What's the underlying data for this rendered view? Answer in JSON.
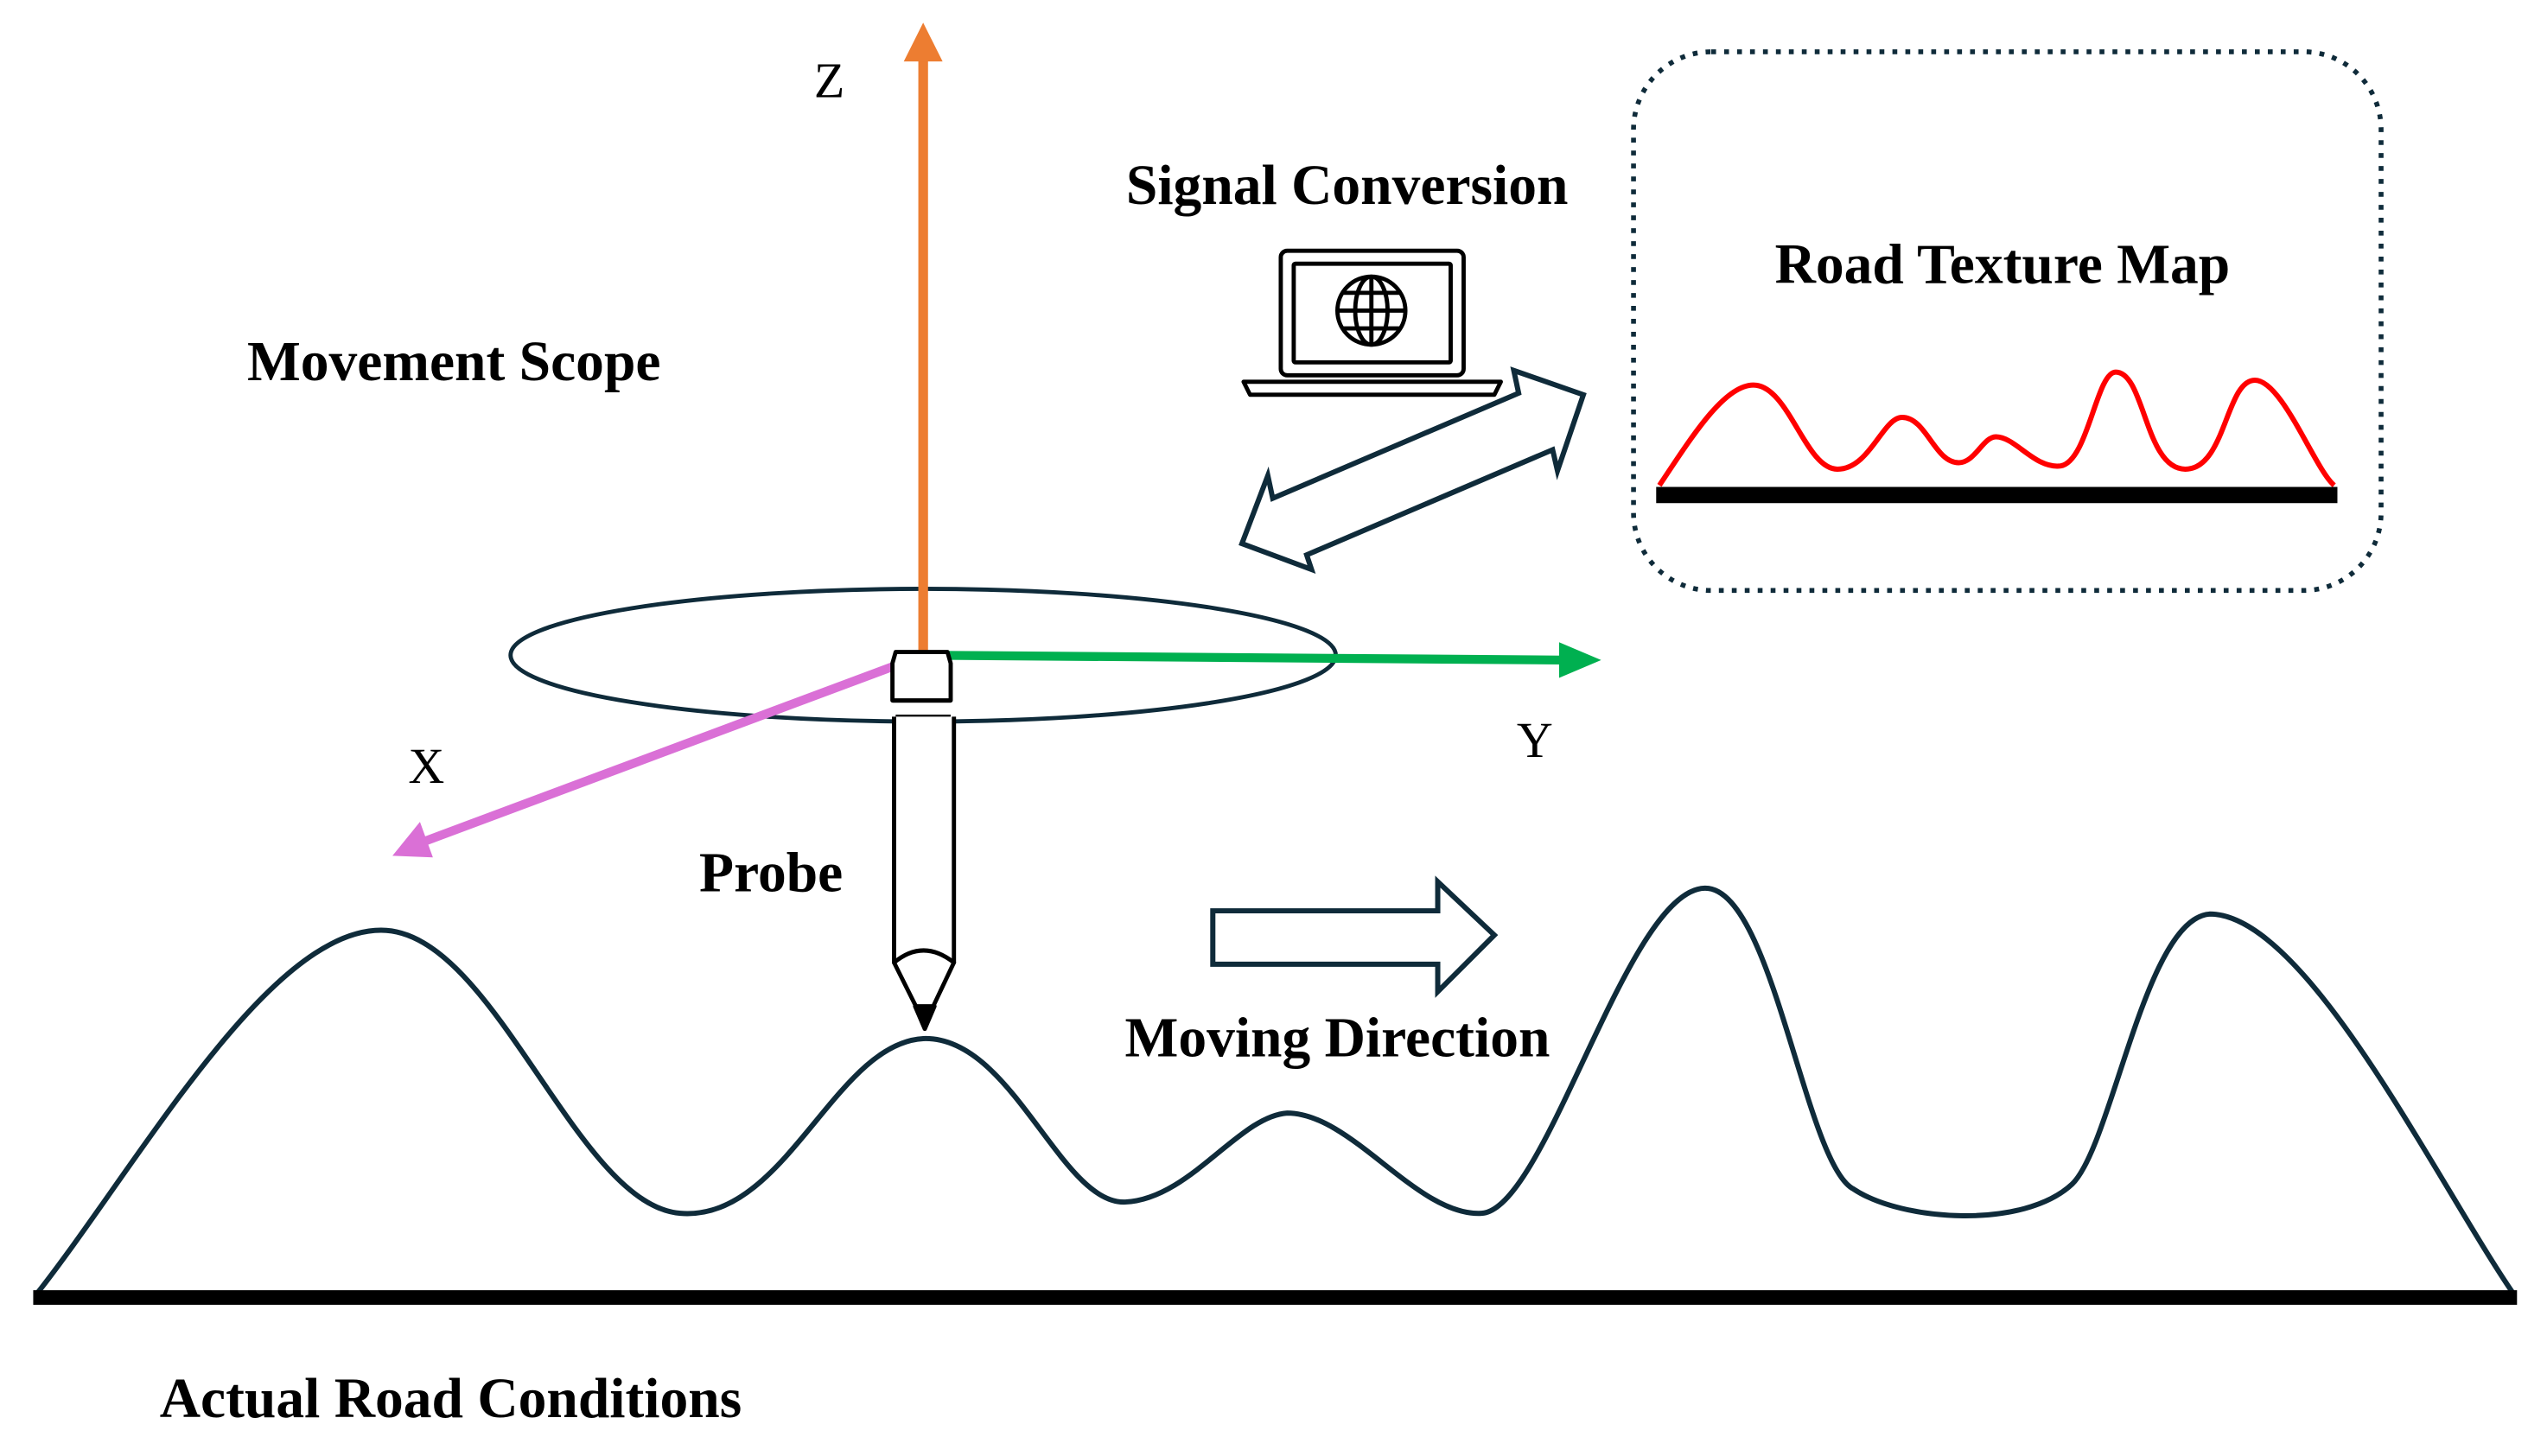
{
  "labels": {
    "z_axis": "Z",
    "y_axis": "Y",
    "x_axis": "X",
    "signal_conversion": "Signal Conversion",
    "road_texture_map": "Road Texture Map",
    "movement_scope": "Movement Scope",
    "probe": "Probe",
    "moving_direction": "Moving Direction",
    "actual_road_conditions": "Actual Road Conditions"
  },
  "colors": {
    "z_axis": "#ED7D31",
    "y_axis": "#00B050",
    "x_axis": "#DA70D6",
    "outline": "#0F2B3A",
    "texture_curve": "#FF0000",
    "baseline": "#000000"
  },
  "icons": {
    "laptop": "laptop-globe-icon",
    "exchange_arrow": "double-headed-arrow-icon",
    "direction_arrow": "right-block-arrow-icon",
    "probe": "pencil-probe-icon"
  }
}
